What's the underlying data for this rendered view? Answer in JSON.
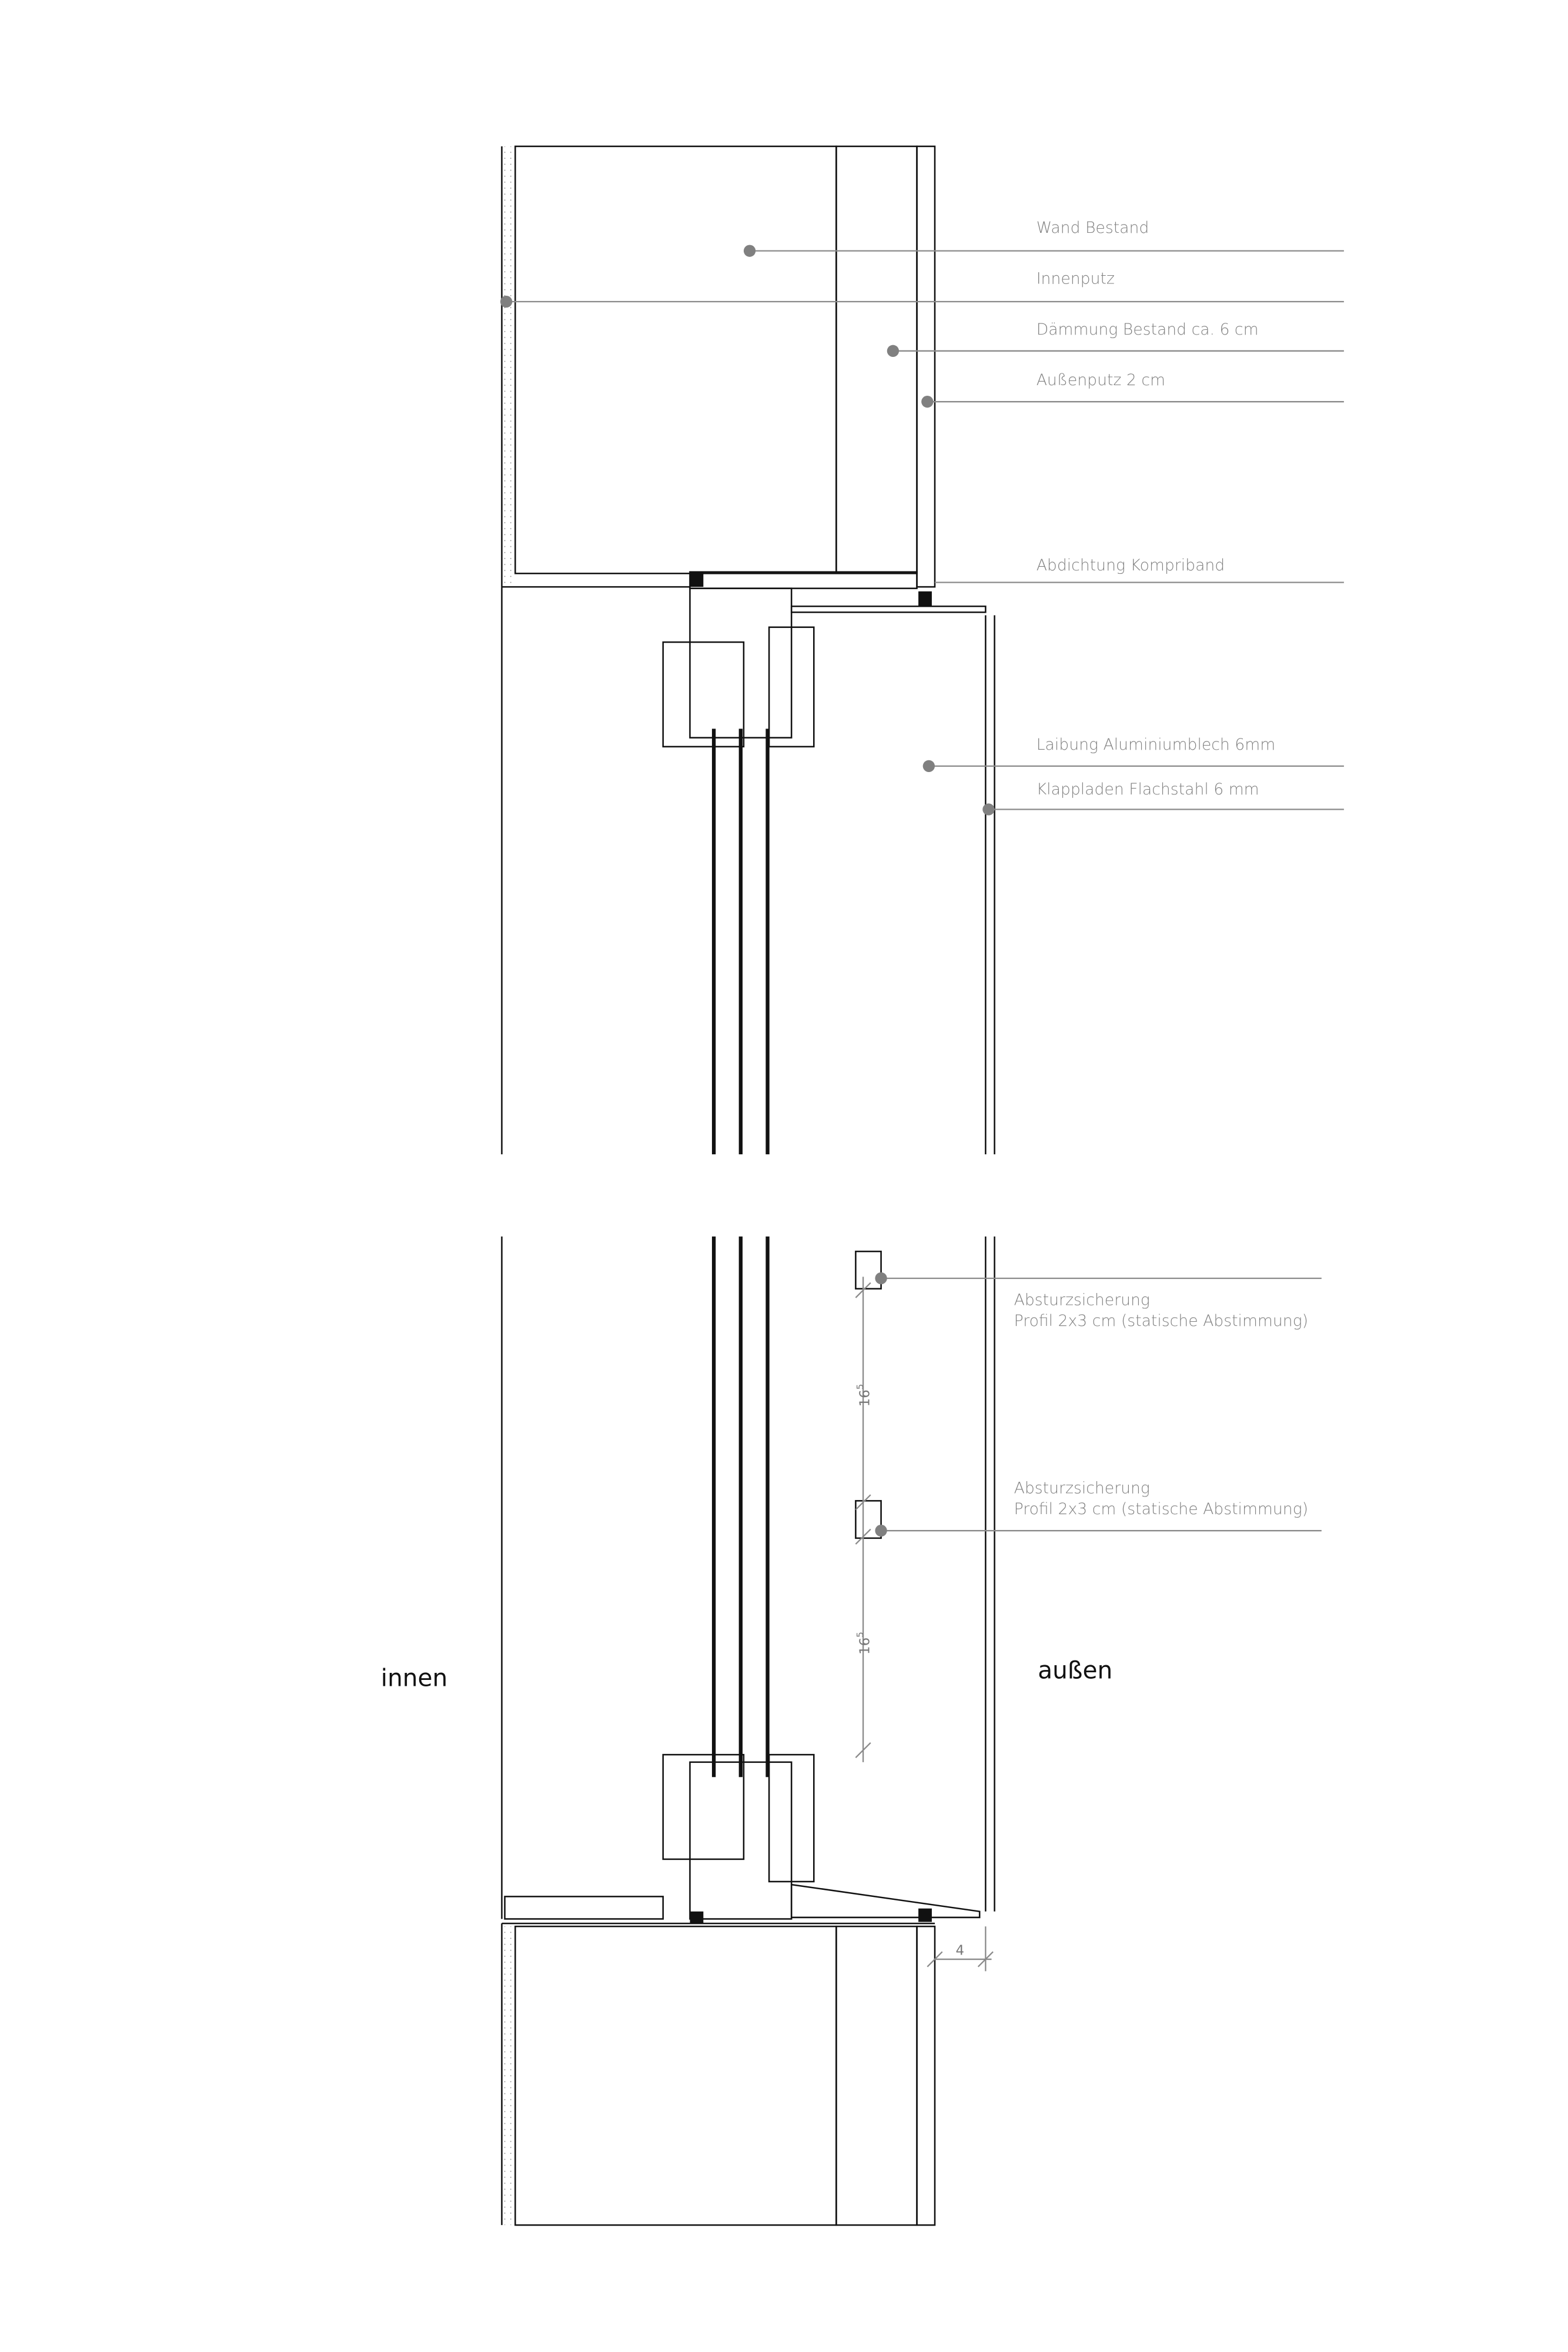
{
  "labels": {
    "wand_bestand": "Wand Bestand",
    "innenputz": "Innenputz",
    "daemmung": "Dämmung Bestand ca. 6 cm",
    "aussenputz": "Außenputz 2 cm",
    "abdichtung": "Abdichtung Kompriband",
    "laibung": "Laibung Aluminiumblech 6mm",
    "klappladen": "Klappladen Flachstahl 6 mm",
    "absturz1_l1": "Absturzsicherung",
    "absturz1_l2": "Profil 2x3 cm (statische Abstimmung)",
    "absturz2_l1": "Absturzsicherung",
    "absturz2_l2": "Profil 2x3 cm (statische Abstimmung)"
  },
  "sides": {
    "inside": "innen",
    "outside": "außen"
  },
  "dimensions": {
    "d1": "16",
    "d1_sup": "5",
    "d2": "16",
    "d2_sup": "5",
    "d3": "4"
  },
  "colors": {
    "frame": "#d9d9d9",
    "leader": "#808080"
  }
}
